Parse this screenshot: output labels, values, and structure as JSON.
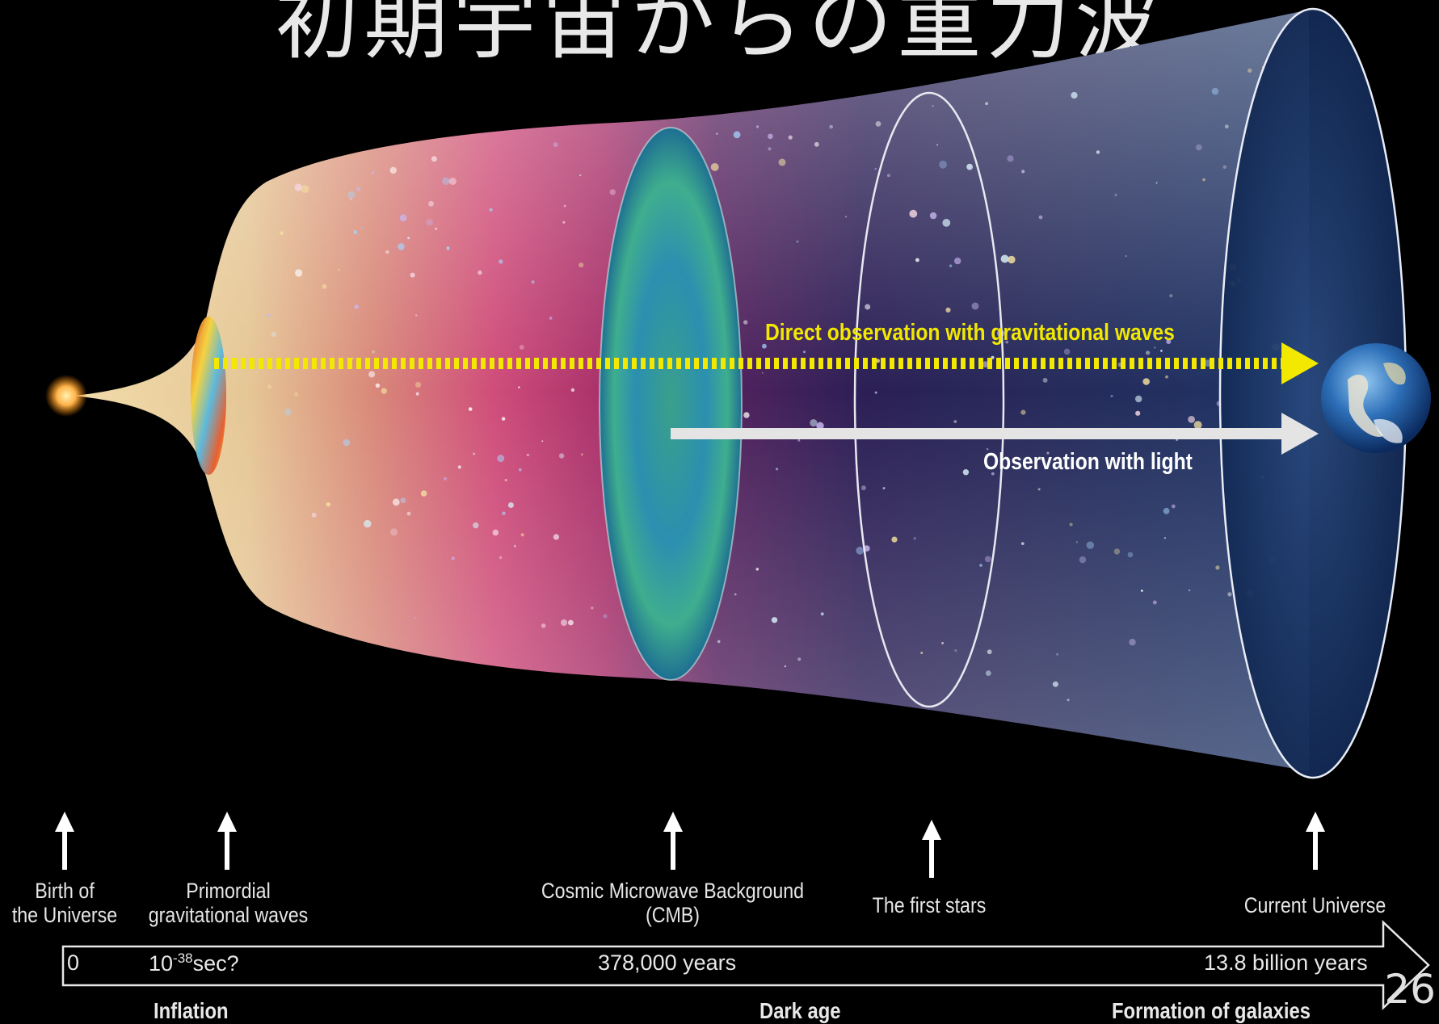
{
  "title": "初期宇宙からの重力波",
  "observations": {
    "gravitational": "Direct observation with gravitational waves",
    "light": "Observation with light"
  },
  "milestones": [
    {
      "label_line1": "Birth of",
      "label_line2": "the Universe"
    },
    {
      "label_line1": "Primordial",
      "label_line2": "gravitational waves"
    },
    {
      "label_line1": "Cosmic Microwave Background",
      "label_line2": "(CMB)"
    },
    {
      "label_line1": "The first stars",
      "label_line2": ""
    },
    {
      "label_line1": "Current Universe",
      "label_line2": ""
    }
  ],
  "timeline": {
    "t0": "0",
    "t_inflation_base": "10",
    "t_inflation_exp": "-38",
    "t_inflation_unit": "sec?",
    "t_cmb": "378,000 years",
    "t_now": "13.8 billion years"
  },
  "eras": {
    "inflation": "Inflation",
    "dark_age": "Dark age",
    "galaxies": "Formation of galaxies"
  },
  "page_number": "26",
  "colors": {
    "background": "#000000",
    "gw_arrow": "#f2e800",
    "light_arrow": "#e4e4e4",
    "early_universe": "#e9cf9a",
    "hot_plasma": "#c8406e",
    "dark_age": "#2a1f55",
    "current_universe": "#1d3566"
  }
}
